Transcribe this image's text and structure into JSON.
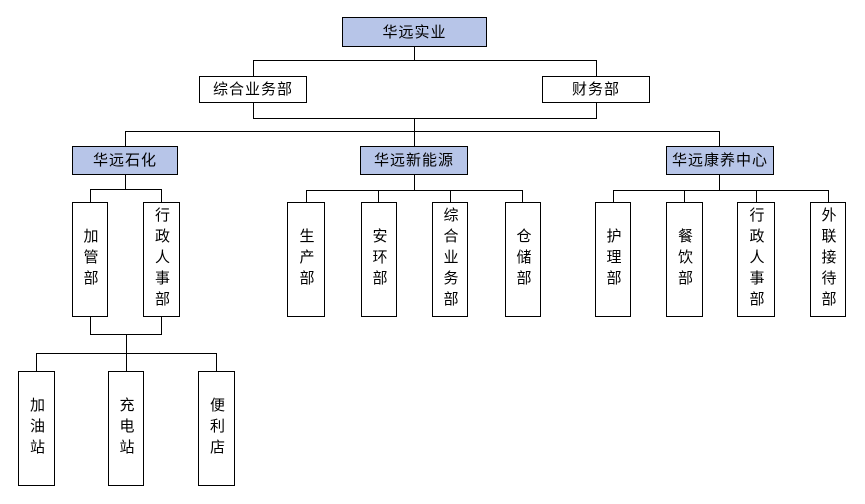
{
  "org": {
    "root": {
      "label": "华远实业"
    },
    "staff_departments": [
      {
        "label": "综合业务部"
      },
      {
        "label": "财务部"
      }
    ],
    "divisions": [
      {
        "label": "华远石化",
        "departments": [
          {
            "label": "加管部"
          },
          {
            "label": "行政人事部"
          }
        ],
        "subsidiaries": [
          {
            "label": "加油站"
          },
          {
            "label": "充电站"
          },
          {
            "label": "便利店"
          }
        ]
      },
      {
        "label": "华远新能源",
        "departments": [
          {
            "label": "生产部"
          },
          {
            "label": "安环部"
          },
          {
            "label": "综合业务部"
          },
          {
            "label": "仓储部"
          }
        ]
      },
      {
        "label": "华远康养中心",
        "departments": [
          {
            "label": "护理部"
          },
          {
            "label": "餐饮部"
          },
          {
            "label": "行政人事部"
          },
          {
            "label": "外联接待部"
          }
        ]
      }
    ]
  },
  "colors": {
    "company_node_fill": "#b7c5e8",
    "department_node_fill": "#ffffff",
    "node_border": "#000000",
    "connector_line": "#000000",
    "background": "#ffffff",
    "text": "#000000"
  }
}
